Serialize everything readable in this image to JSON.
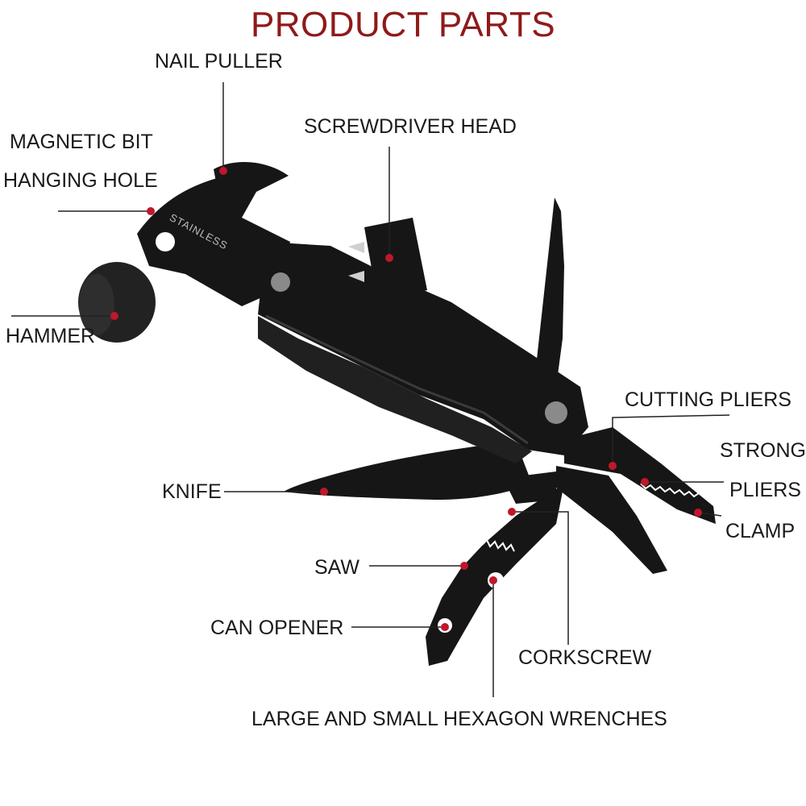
{
  "title": "PRODUCT PARTS",
  "colors": {
    "title": "#8f1a1a",
    "marker": "#c0172b",
    "tool": "#161616",
    "leader": "#222222"
  },
  "labels": {
    "nail_puller": "NAIL PULLER",
    "magnetic_bit": "MAGNETIC BIT",
    "hanging_hole": "HANGING HOLE",
    "screwdriver_head": "SCREWDRIVER HEAD",
    "hammer": "HAMMER",
    "cutting_pliers": "CUTTING PLIERS",
    "strong": "STRONG",
    "pliers": "PLIERS",
    "clamp": "CLAMP",
    "knife": "KNIFE",
    "saw": "SAW",
    "can_opener": "CAN OPENER",
    "corkscrew": "CORKSCREW",
    "hex_wrenches": "LARGE AND SMALL HEXAGON WRENCHES"
  },
  "engraving": "STAINLESS"
}
